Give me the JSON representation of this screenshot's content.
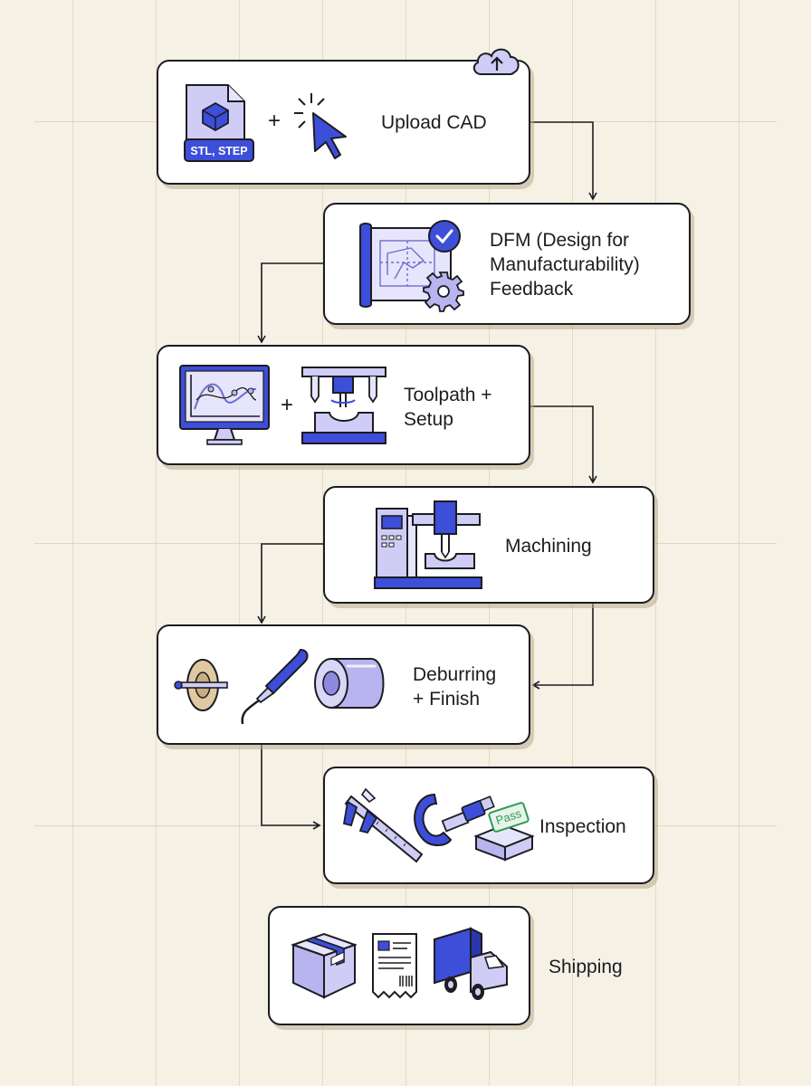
{
  "steps": [
    {
      "id": "upload_cad",
      "label": "Upload CAD",
      "badge": "STL, STEP",
      "joiner": "+"
    },
    {
      "id": "dfm",
      "label": "DFM (Design for\nManufacturability)\nFeedback"
    },
    {
      "id": "toolpath",
      "label": "Toolpath +\nSetup",
      "joiner": "+"
    },
    {
      "id": "machining",
      "label": "Machining"
    },
    {
      "id": "deburring",
      "label": "Deburring\n+ Finish"
    },
    {
      "id": "inspection",
      "label": "Inspection",
      "stamp": "Pass"
    },
    {
      "id": "shipping",
      "label": "Shipping"
    }
  ],
  "colors": {
    "accent": "#3d4ed8",
    "accent_light": "#cfcdf5",
    "outline": "#1c1c22",
    "background": "#f6f1e5",
    "pass_green": "#2f9a55"
  },
  "icons": [
    "cloud-upload-icon",
    "cad-file-icon",
    "cursor-icon",
    "blueprint-icon",
    "checkmark-icon",
    "gear-icon",
    "monitor-toolpath-icon",
    "fixture-icon",
    "cnc-machine-icon",
    "polishing-wheel-icon",
    "deburring-tool-icon",
    "cylinder-part-icon",
    "caliper-icon",
    "micrometer-icon",
    "pass-block-icon",
    "box-icon",
    "invoice-icon",
    "truck-icon"
  ]
}
